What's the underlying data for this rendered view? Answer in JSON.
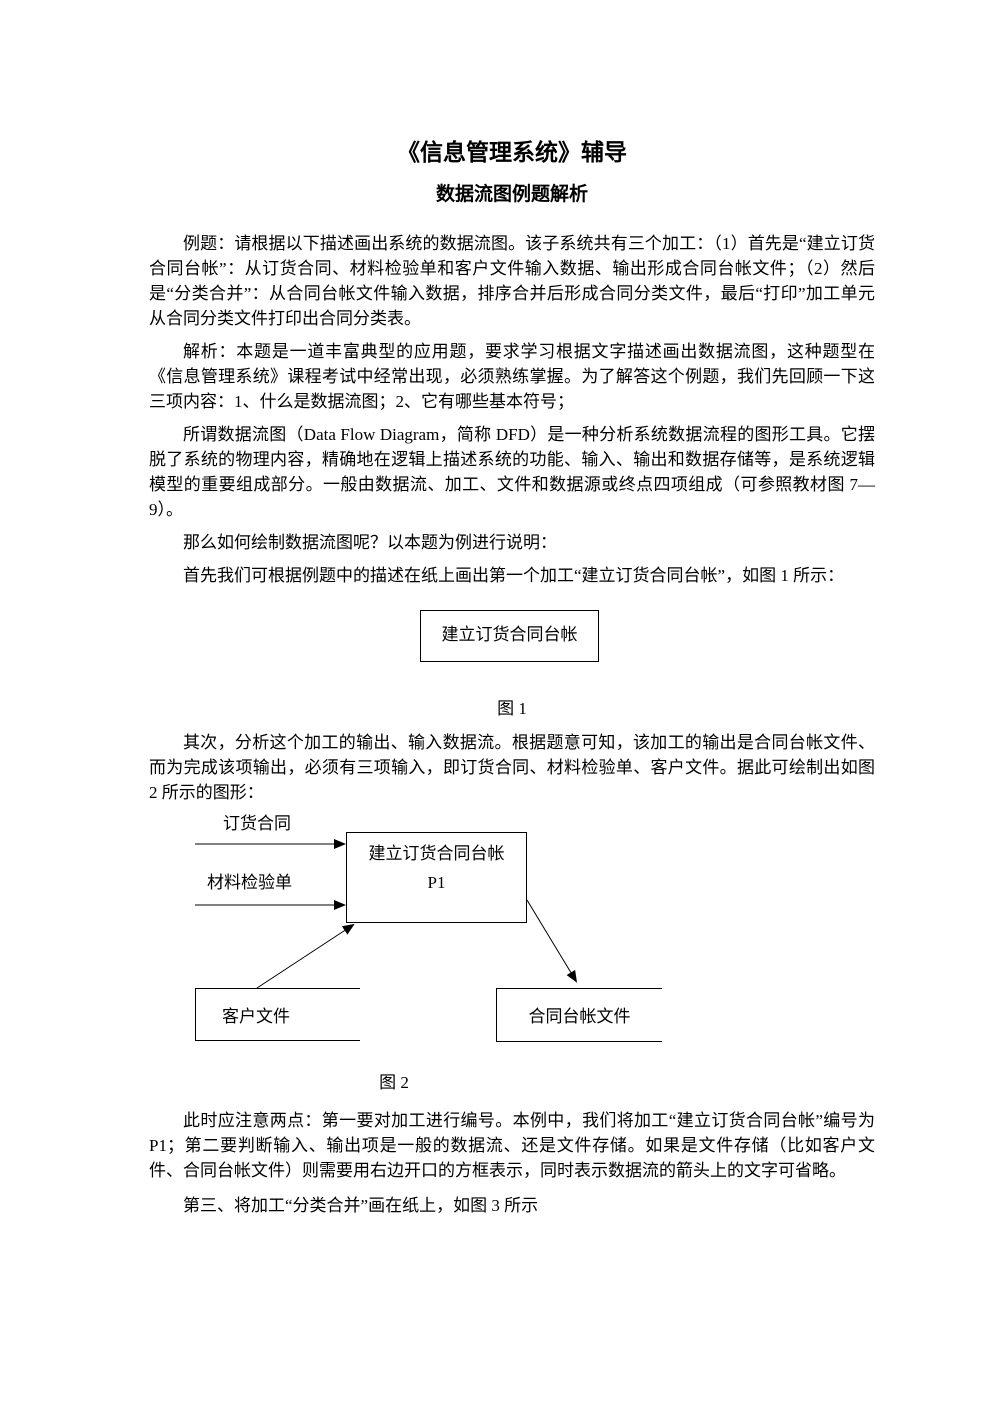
{
  "page": {
    "title": "《信息管理系统》辅导",
    "subtitle": "数据流图例题解析"
  },
  "paragraphs": {
    "p1": "例题：请根据以下描述画出系统的数据流图。该子系统共有三个加工：（1）首先是“建立订货合同台帐”：从订货合同、材料检验单和客户文件输入数据、输出形成合同台帐文件；（2）然后是“分类合并”：从合同台帐文件输入数据，排序合并后形成合同分类文件，最后“打印”加工单元从合同分类文件打印出合同分类表。",
    "p2": "解析：本题是一道丰富典型的应用题，要求学习根据文字描述画出数据流图，这种题型在《信息管理系统》课程考试中经常出现，必须熟练掌握。为了解答这个例题，我们先回顾一下这三项内容：1、什么是数据流图；2、它有哪些基本符号；",
    "p3": "所谓数据流图（Data Flow Diagram，简称 DFD）是一种分析系统数据流程的图形工具。它摆脱了系统的物理内容，精确地在逻辑上描述系统的功能、输入、输出和数据存储等，是系统逻辑模型的重要组成部分。一般由数据流、加工、文件和数据源或终点四项组成（可参照教材图 7—9）。",
    "p4": "那么如何绘制数据流图呢？以本题为例进行说明：",
    "p5": "首先我们可根据例题中的描述在纸上画出第一个加工“建立订货合同台帐”，如图 1 所示：",
    "p6": "其次，分析这个加工的输出、输入数据流。根据题意可知，该加工的输出是合同台帐文件、而为完成该项输出，必须有三项输入，即订货合同、材料检验单、客户文件。据此可绘制出如图 2 所示的图形：",
    "p7": "此时应注意两点：第一要对加工进行编号。本例中，我们将加工“建立订货合同台帐”编号为 P1；第二要判断输入、输出项是一般的数据流、还是文件存储。如果是文件存储（比如客户文件、合同台帐文件）则需要用右边开口的方框表示，同时表示数据流的箭头上的文字可省略。",
    "p8": "第三、将加工“分类合并”画在纸上，如图 3 所示"
  },
  "figure1": {
    "process_label": "建立订货合同台帐",
    "caption": "图 1"
  },
  "figure2": {
    "input1_label": "订货合同",
    "input2_label": "材料检验单",
    "process_label": "建立订货合同台帐",
    "process_id": "P1",
    "store1_label": "客户文件",
    "store2_label": "合同台帐文件",
    "caption": "图 2"
  }
}
